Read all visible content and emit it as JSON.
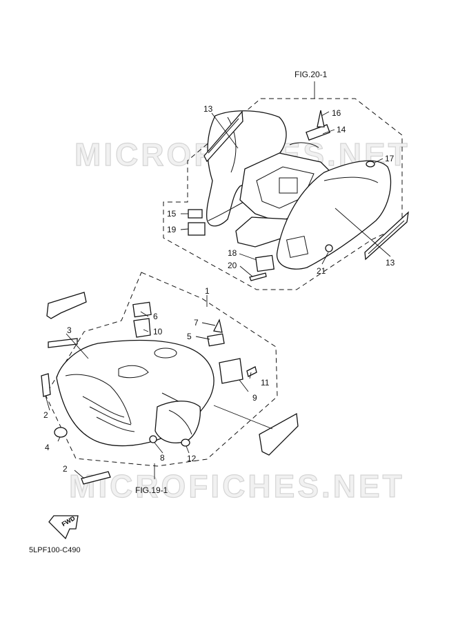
{
  "watermark": "MICROFICHES.NET",
  "diagram_code": "5LPF100-C490",
  "fwd_label": "FWD",
  "fig_refs": {
    "top": "FIG.20-1",
    "bottom": "FIG.19-1"
  },
  "callouts": {
    "c1": "1",
    "c2a": "2",
    "c2b": "2",
    "c3": "3",
    "c4": "4",
    "c5": "5",
    "c6": "6",
    "c7": "7",
    "c8": "8",
    "c9": "9",
    "c10": "10",
    "c11": "11",
    "c12": "12",
    "c13a": "13",
    "c13b": "13",
    "c14": "14",
    "c15": "15",
    "c16": "16",
    "c17": "17",
    "c18": "18",
    "c19": "19",
    "c20": "20",
    "c21": "21"
  }
}
